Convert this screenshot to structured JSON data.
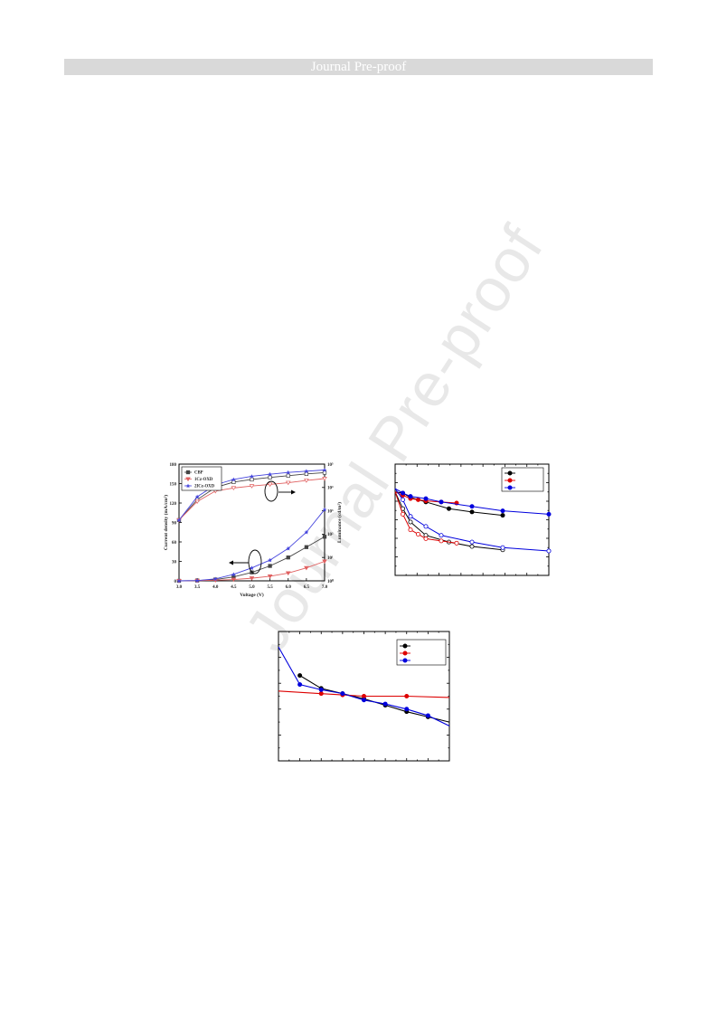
{
  "header": {
    "banner": "Journal Pre-proof"
  },
  "watermark": "Journal Pre-proof",
  "chart_data": [
    {
      "type": "line",
      "xlabel": "Voltage (V)",
      "ylabel": "Current density (mA/cm²)",
      "y2label": "Luminance (cd/m²)",
      "xlim": [
        3.0,
        7.0
      ],
      "xticks": [
        "3.0",
        "3.5",
        "4.0",
        "4.5",
        "5.0",
        "5.5",
        "6.0",
        "6.5",
        "7.0"
      ],
      "ylim": [
        0,
        180
      ],
      "yticks": [
        "0",
        "30",
        "60",
        "90",
        "120",
        "150",
        "180"
      ],
      "y2ticks": [
        "10⁰",
        "10¹",
        "10²",
        "10³",
        "10⁴",
        "10⁵"
      ],
      "y2_log": true,
      "y2lim": [
        1,
        100000
      ],
      "legend_position": "top-left",
      "series_names": [
        "CBP",
        "1Cz-OXD",
        "2ICz-OXD"
      ],
      "colors": [
        "#444444",
        "#e06060",
        "#4444dd"
      ],
      "x": [
        3.0,
        3.5,
        4.0,
        4.5,
        5.0,
        5.5,
        6.0,
        6.5,
        7.0
      ],
      "current_density": [
        [
          0,
          0.5,
          2,
          6,
          13,
          23,
          36,
          52,
          68
        ],
        [
          0,
          0.3,
          1,
          2,
          4,
          7,
          12,
          20,
          30
        ],
        [
          0,
          0.5,
          3,
          10,
          20,
          32,
          50,
          75,
          110
        ]
      ],
      "luminance": [
        [
          400,
          3000,
          10000,
          17000,
          22000,
          27000,
          32000,
          38000,
          43000
        ],
        [
          400,
          2500,
          7000,
          9500,
          11500,
          13500,
          16000,
          20000,
          24000
        ],
        [
          400,
          4000,
          13000,
          22000,
          30000,
          37000,
          44000,
          50000,
          56000
        ]
      ]
    },
    {
      "type": "line",
      "legend_position": "top-right",
      "colors": [
        "#000000",
        "#dd0000",
        "#0000dd"
      ],
      "xlim": [
        0,
        10
      ],
      "ylim": [
        0,
        10
      ],
      "series": [
        {
          "x": [
            0,
            0.5,
            1,
            2,
            3.5,
            5,
            7
          ],
          "values": [
            7.5,
            7.4,
            7.0,
            6.6,
            6.0,
            5.7,
            5.4
          ],
          "filled": true
        },
        {
          "x": [
            0,
            0.5,
            1,
            1.5,
            2,
            3,
            4
          ],
          "values": [
            7.5,
            7.2,
            6.9,
            6.8,
            6.7,
            6.6,
            6.5
          ],
          "filled": true
        },
        {
          "x": [
            0,
            0.5,
            1,
            2,
            3,
            5,
            7,
            10
          ],
          "values": [
            7.8,
            7.4,
            7.1,
            6.9,
            6.6,
            6.2,
            5.8,
            5.5
          ],
          "filled": true
        },
        {
          "x": [
            0,
            0.5,
            1,
            2,
            3.5,
            5,
            7
          ],
          "values": [
            7.5,
            6.0,
            4.8,
            3.6,
            3.0,
            2.6,
            2.3
          ],
          "filled": false
        },
        {
          "x": [
            0,
            0.5,
            1,
            1.5,
            2,
            3,
            4
          ],
          "values": [
            7.5,
            5.5,
            4.1,
            3.7,
            3.3,
            3.1,
            2.9
          ],
          "filled": false
        },
        {
          "x": [
            0,
            0.5,
            1,
            2,
            3,
            5,
            7,
            10
          ],
          "values": [
            7.8,
            6.8,
            5.3,
            4.4,
            3.6,
            3.0,
            2.5,
            2.2
          ],
          "filled": false
        }
      ]
    },
    {
      "type": "line",
      "legend_position": "top-right",
      "colors": [
        "#000000",
        "#dd0000",
        "#0000dd"
      ],
      "xlim": [
        0,
        8
      ],
      "ylim": [
        0,
        10
      ],
      "series": [
        {
          "x": [
            1,
            2,
            3,
            4,
            5,
            6,
            7,
            8
          ],
          "values": [
            6.6,
            5.6,
            5.2,
            4.8,
            4.3,
            3.8,
            3.4,
            3.0
          ]
        },
        {
          "x": [
            0,
            2,
            3,
            4,
            6,
            8
          ],
          "values": [
            5.4,
            5.2,
            5.1,
            5.0,
            5.0,
            4.9
          ]
        },
        {
          "x": [
            0,
            1,
            2,
            3,
            4,
            5,
            6,
            7,
            8
          ],
          "values": [
            8.8,
            5.9,
            5.5,
            5.2,
            4.7,
            4.4,
            4.0,
            3.5,
            2.7
          ]
        }
      ]
    }
  ]
}
